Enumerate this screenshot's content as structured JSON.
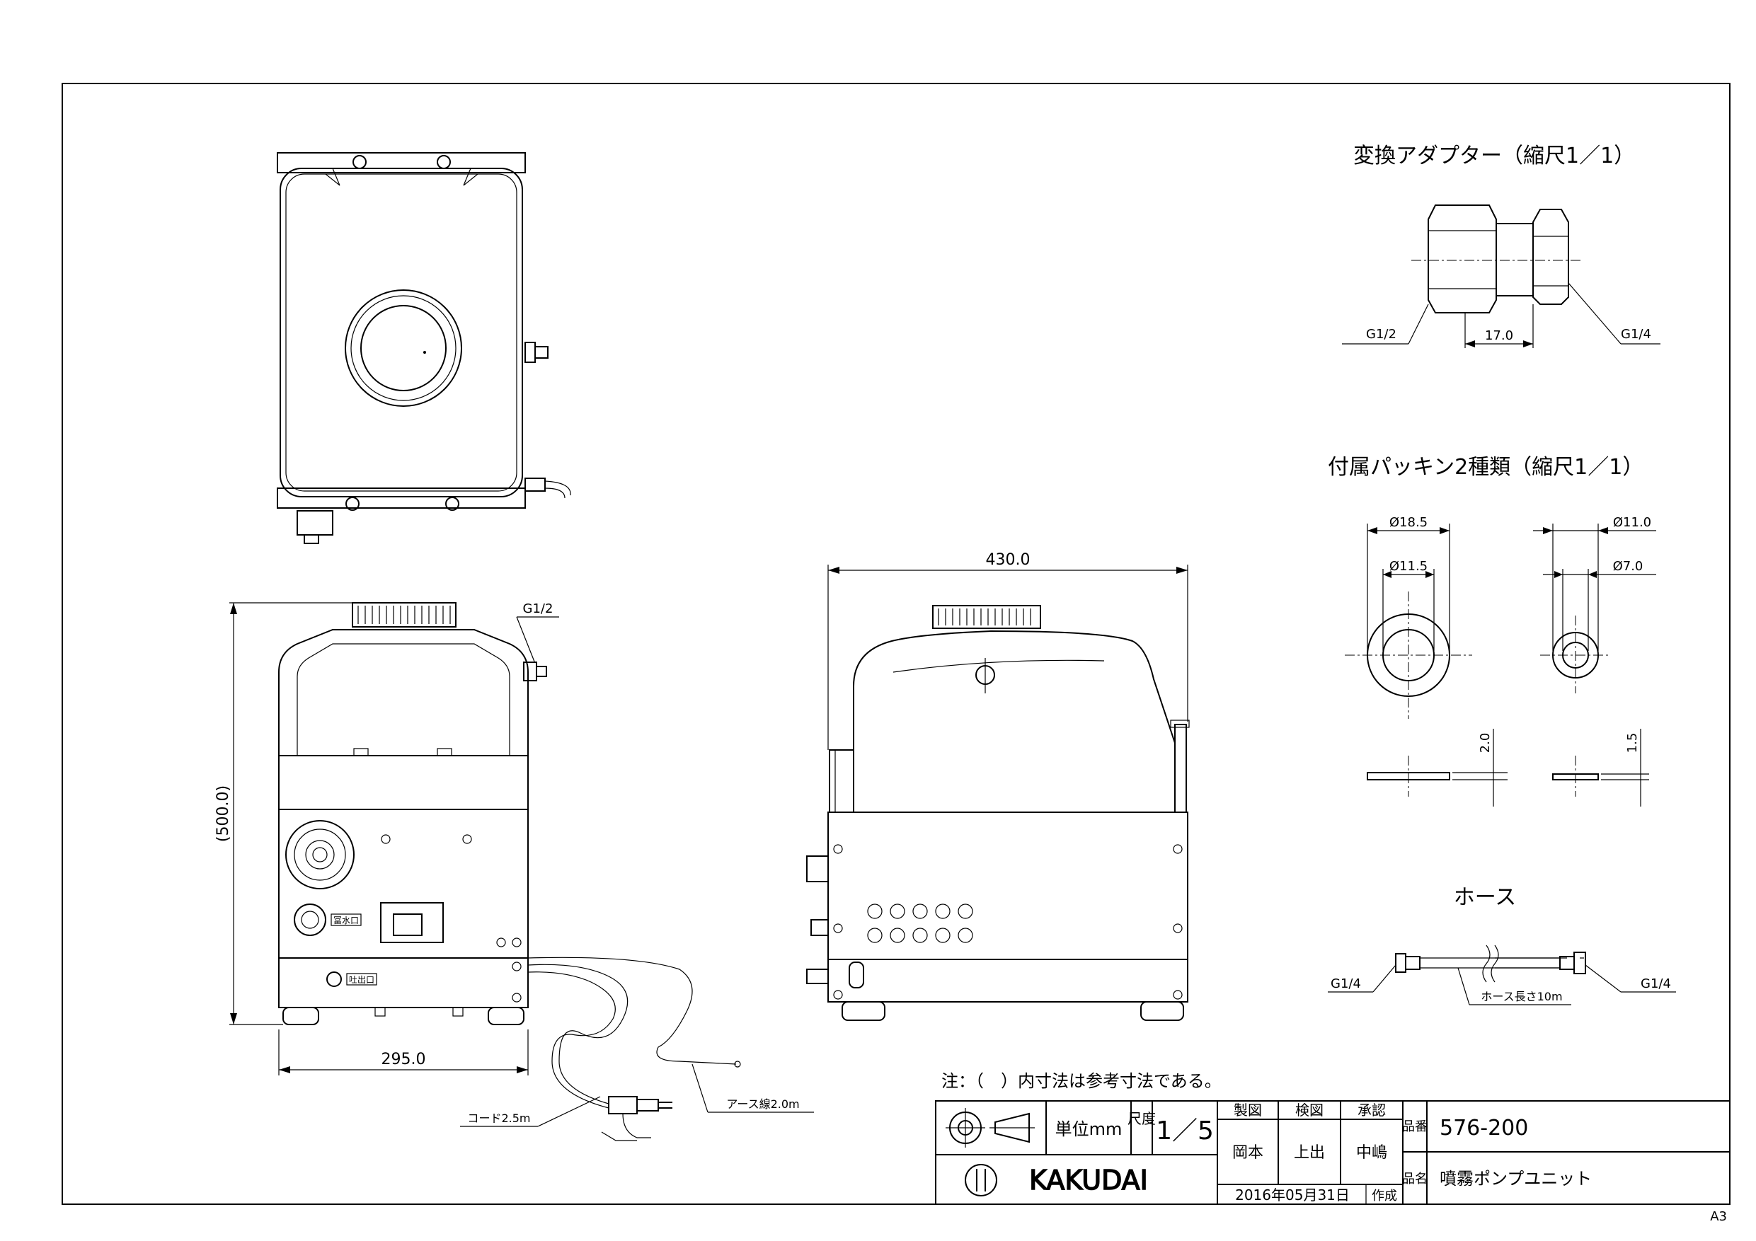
{
  "sheet_size": "A3",
  "note": "注：（　）内寸法は参考寸法である。",
  "adapter": {
    "title": "変換アダプター（縮尺1／1）",
    "left_label": "G1/2",
    "right_label": "G1/4",
    "length": "17.0"
  },
  "packing": {
    "title": "付属パッキン2種類（縮尺1／1）",
    "large_outer": "Ø18.5",
    "large_inner": "Ø11.5",
    "large_thickness": "2.0",
    "small_outer": "Ø11.0",
    "small_inner": "Ø7.0",
    "small_thickness": "1.5"
  },
  "hose": {
    "title": "ホース",
    "left_label": "G1/4",
    "right_label": "G1/4",
    "length_label": "ホース長さ10m"
  },
  "front_view": {
    "height": "(500.0)",
    "width": "295.0",
    "inlet_label": "G1/2",
    "water_label": "冨水口",
    "drain_label": "吐出口",
    "cord_label": "コード2.5m",
    "earth_label": "アース線2.0m"
  },
  "side_view": {
    "width": "430.0"
  },
  "title_block": {
    "unit": "単位mm",
    "scale_label": "尺度",
    "scale_value": "1／5",
    "drawn_head": "製図",
    "checked_head": "検図",
    "approved_head": "承認",
    "drawn": "岡本",
    "checked": "上出",
    "approved": "中嶋",
    "part_no_head": "品番",
    "part_no": "576-200",
    "name_head": "品名",
    "name": "噴霧ポンプユニット",
    "date": "2016年05月31日",
    "created": "作成",
    "brand": "KAKUDAI"
  }
}
